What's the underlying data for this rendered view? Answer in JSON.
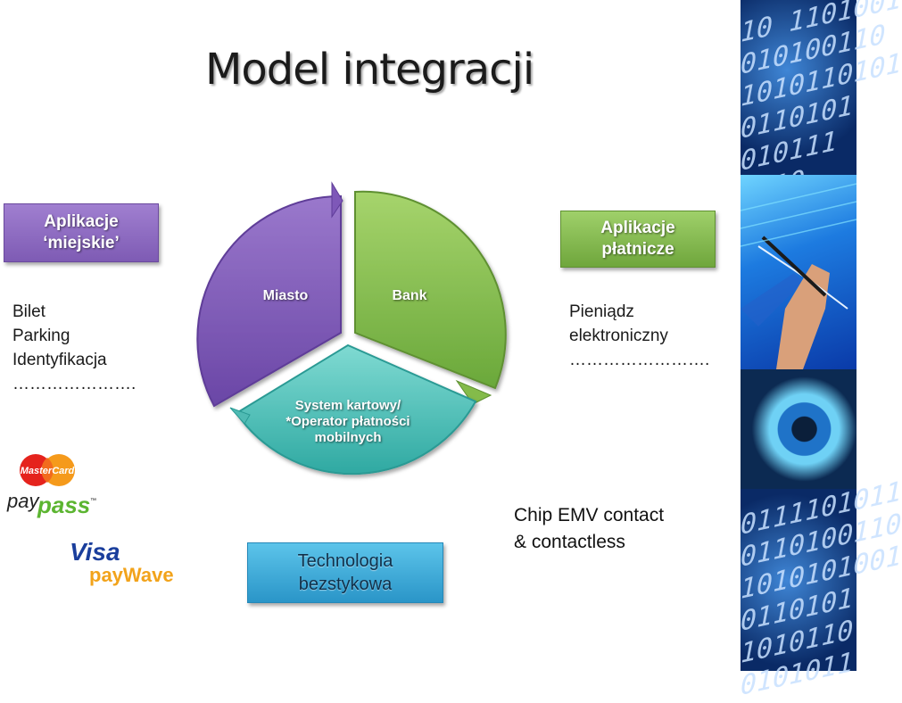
{
  "title": "Model integracji",
  "left_box": {
    "line1": "Aplikacje",
    "line2": "‘miejskie’"
  },
  "right_box": {
    "line1": "Aplikacje",
    "line2": "płatnicze"
  },
  "left_list": [
    "Bilet",
    "Parking",
    "Identyfikacja",
    "…………………."
  ],
  "right_list": [
    "Pieniądz",
    "elektroniczny",
    "……………………."
  ],
  "cycle": {
    "segments": [
      {
        "label": "Miasto",
        "color": "#8a64c0"
      },
      {
        "label": "Bank",
        "color": "#8dc252"
      },
      {
        "label_lines": [
          "System kartowy/",
          "*Operator płatności",
          "mobilnych"
        ],
        "color": "#5cc7c0"
      }
    ]
  },
  "bottom_box": {
    "line1": "Technologia",
    "line2": "bezstykowa"
  },
  "chip_text": {
    "line1": "Chip EMV contact",
    "line2": "& contactless"
  },
  "logos": {
    "mastercard": {
      "badge": "MasterCard",
      "pay": "pay",
      "pass": "pass",
      "tm": "™"
    },
    "visa": {
      "visa": "Visa",
      "paywave": "payWave"
    }
  },
  "strip": {
    "digits_top": "10 1101001\n010100110\n1010110101\n0110101\n010111\n1110",
    "digits_bottom": "0111101011\n0110100110\n1010101001\n0110101\n1010110\n0101011"
  }
}
